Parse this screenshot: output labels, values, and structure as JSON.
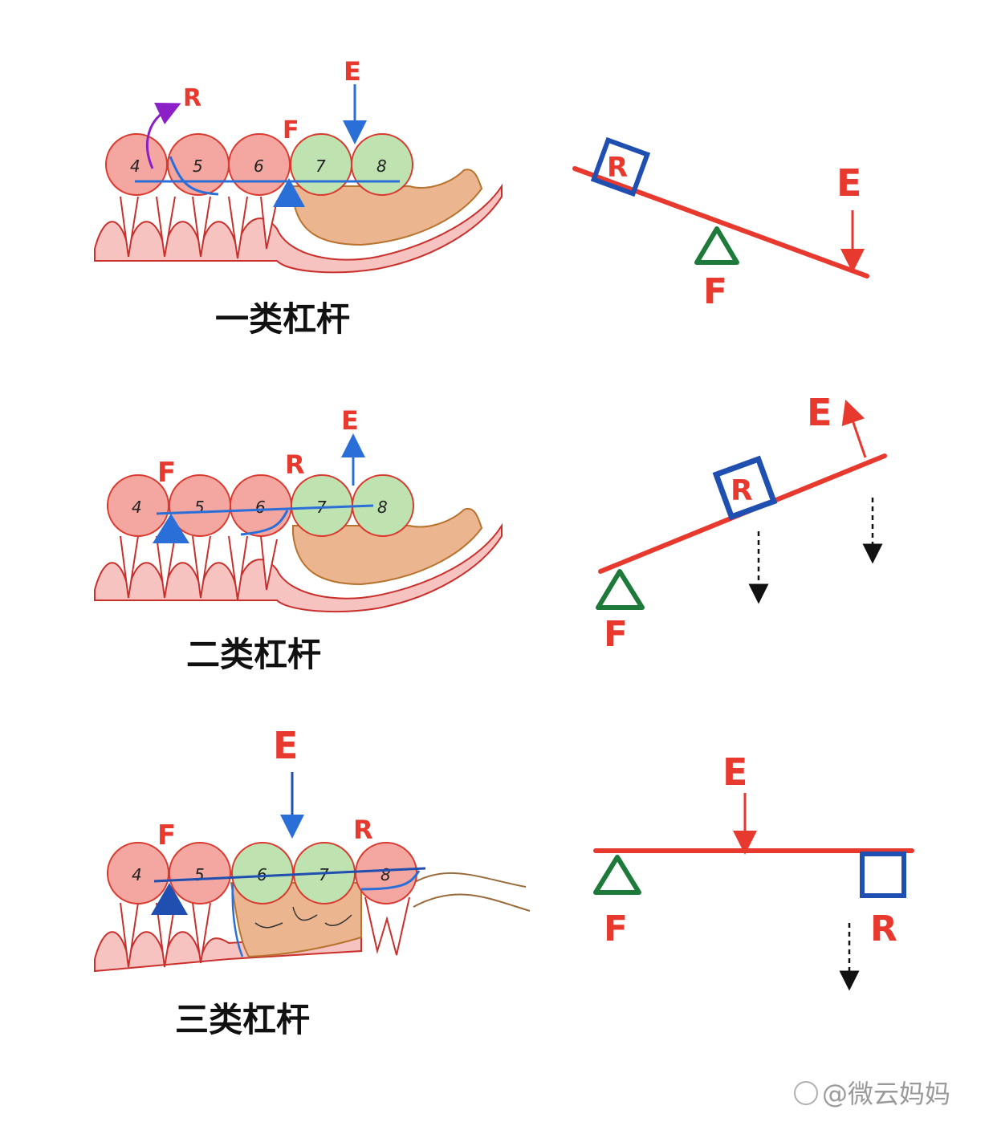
{
  "colors": {
    "red_label": "#e8392f",
    "blue_line": "#2a6fd8",
    "blue_box": "#1f4fb0",
    "green_support": "#1e7a3a",
    "purple_arrow": "#8b1fc8",
    "tooth_pink": "#f4a6a0",
    "tooth_green": "#bfe3b0",
    "saddle": "#eab58f",
    "gum": "#f6c3c1"
  },
  "panels": [
    {
      "caption": "一类杠杆",
      "teeth": [
        {
          "num": "4",
          "tone": "pink"
        },
        {
          "num": "5",
          "tone": "pink"
        },
        {
          "num": "6",
          "tone": "pink"
        },
        {
          "num": "7",
          "tone": "green"
        },
        {
          "num": "8",
          "tone": "green"
        }
      ],
      "labels": {
        "r": "R",
        "f": "F",
        "e": "E"
      },
      "lever": {
        "r": "R",
        "f": "F",
        "e": "E"
      }
    },
    {
      "caption": "二类杠杆",
      "teeth": [
        {
          "num": "4",
          "tone": "pink"
        },
        {
          "num": "5",
          "tone": "pink"
        },
        {
          "num": "6",
          "tone": "pink"
        },
        {
          "num": "7",
          "tone": "green"
        },
        {
          "num": "8",
          "tone": "green"
        }
      ],
      "labels": {
        "r": "R",
        "f": "F",
        "e": "E"
      },
      "lever": {
        "r": "R",
        "f": "F",
        "e": "E"
      }
    },
    {
      "caption": "三类杠杆",
      "teeth": [
        {
          "num": "4",
          "tone": "pink"
        },
        {
          "num": "5",
          "tone": "pink"
        },
        {
          "num": "6",
          "tone": "green"
        },
        {
          "num": "7",
          "tone": "green"
        },
        {
          "num": "8",
          "tone": "pink"
        }
      ],
      "labels": {
        "r": "R",
        "f": "F",
        "e": "E"
      },
      "lever": {
        "r": "R",
        "f": "F",
        "e": "E"
      }
    }
  ],
  "watermark": "@微云妈妈"
}
